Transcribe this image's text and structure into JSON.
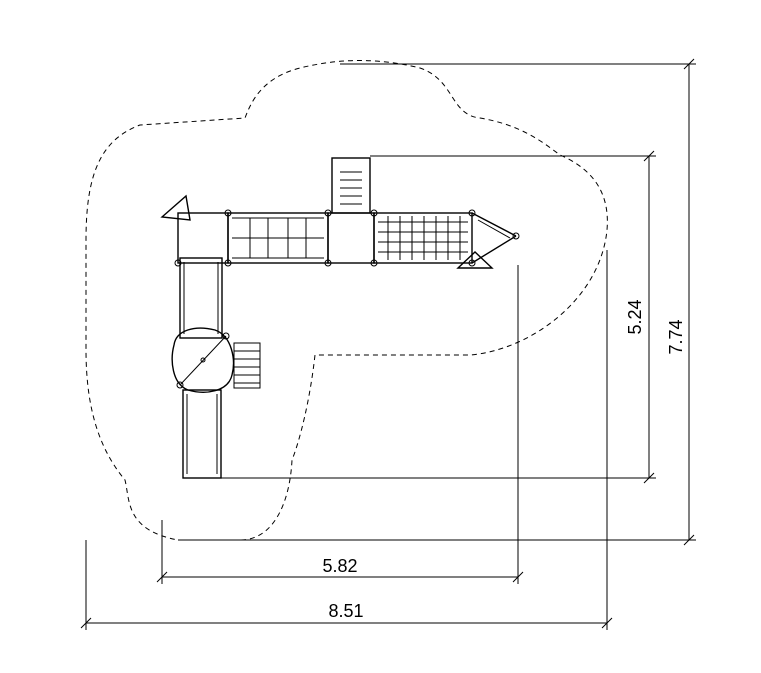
{
  "dimensions": {
    "width_structure": "5.82",
    "width_total": "8.51",
    "height_structure": "5.24",
    "height_total": "7.74"
  },
  "colors": {
    "line": "#000000",
    "fill": "#ffffff",
    "shade": "#d9d9d9"
  }
}
